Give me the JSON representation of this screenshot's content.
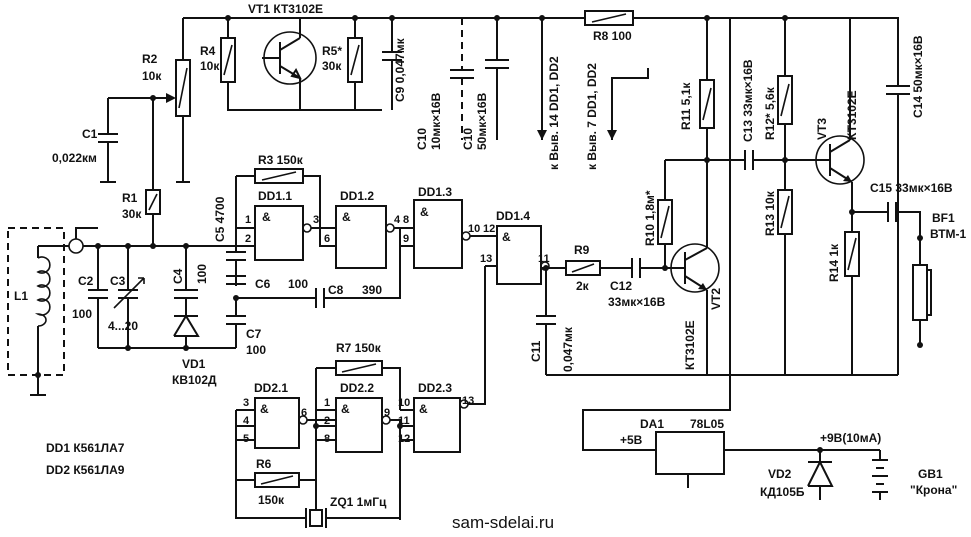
{
  "labels": {
    "vt1": "VT1 КТ3102Е",
    "r4": "R4",
    "r4v": "10к",
    "r5": "R5*",
    "r5v": "30к",
    "c9": "C9 0,047мк",
    "c10": "C10",
    "c10v": "10мк×16В",
    "c10b": "C10",
    "c10bv": "50мк×16В",
    "pin14": "к Выв. 14 DD1, DD2",
    "pin7": "к Выв. 7 DD1, DD2",
    "r8": "R8 100",
    "r2": "R2",
    "r2v": "10к",
    "c1": "C1",
    "c1v": "0,022км",
    "r1": "R1",
    "r1v": "30к",
    "r3": "R3 150к",
    "c5": "C5 4700",
    "dd11": "DD1.1",
    "dd12": "DD1.2",
    "dd13": "DD1.3",
    "dd14": "DD1.4",
    "c4": "C4",
    "c4v": "100",
    "c6": "C6",
    "c6v": "100",
    "c8": "C8",
    "c8v": "390",
    "c7": "C7",
    "c7v": "100",
    "l1": "L1",
    "c2": "C2",
    "c2v": "100",
    "c3": "C3",
    "c3v": "4...20",
    "vd1": "VD1",
    "vd1v": "КВ102Д",
    "r9": "R9",
    "r9v": "2к",
    "c11": "C11",
    "c11v": "0,047мк",
    "c12": "C12",
    "c12v": "33мк×16В",
    "r10": "R10 1,8м*",
    "vt2": "VT2",
    "vt2v": "КТ3102Е",
    "r11": "R11 5,1к",
    "c13": "C13 33мк×16В",
    "r12": "R12* 5,6к",
    "vt3": "VT3",
    "vt3v": "КТ3102Е",
    "c14": "C14 50мк×16В",
    "r13": "R13 10к",
    "r14": "R14 1к",
    "c15": "C15 33мк×16В",
    "bf1": "BF1",
    "bf1v": "ВТМ-1",
    "r7": "R7 150к",
    "dd21": "DD2.1",
    "dd22": "DD2.2",
    "dd23": "DD2.3",
    "r6": "R6",
    "r6v": "150к",
    "zq1": "ZQ1 1мГц",
    "da1": "DA1",
    "da1v": "78L05",
    "da1o": "+5В",
    "supply": "+9В(10мА)",
    "vd2": "VD2",
    "vd2v": "КД105Б",
    "gb1": "GB1",
    "gb1v": "\"Крона\"",
    "amp": "&",
    "legend1": "DD1   К561ЛА7",
    "legend2": "DD2   К561ЛА9",
    "watermark": "sam-sdelai.ru"
  },
  "pins": {
    "p1": "1",
    "p2": "2",
    "p3": "3",
    "p4": "4",
    "p5": "5",
    "p6": "6",
    "p8": "8",
    "p9": "9",
    "p10": "10",
    "p11": "11",
    "p12": "12",
    "p13": "13"
  }
}
